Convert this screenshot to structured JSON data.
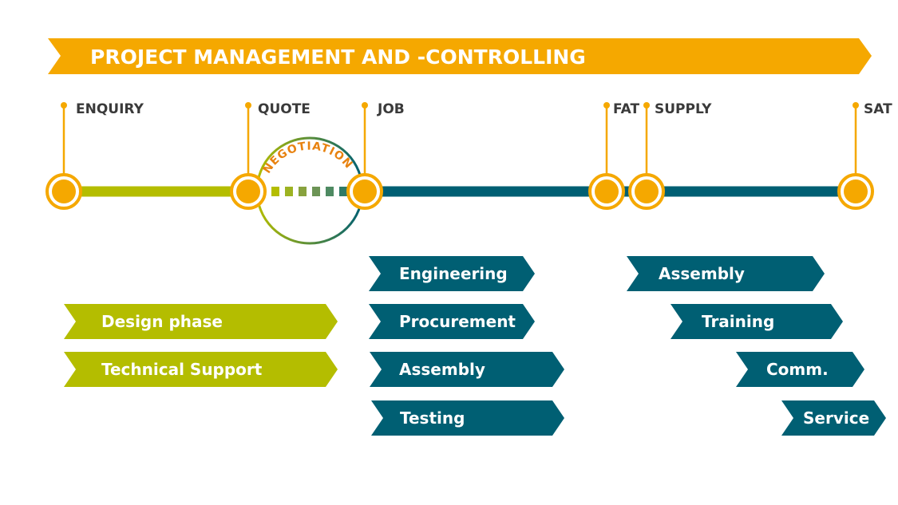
{
  "banner": {
    "title": "PROJECT MANAGEMENT AND -CONTROLLING"
  },
  "milestones": [
    {
      "id": "enquiry",
      "label": "ENQUIRY"
    },
    {
      "id": "quote",
      "label": "QUOTE"
    },
    {
      "id": "job",
      "label": "JOB"
    },
    {
      "id": "fat",
      "label": "FAT"
    },
    {
      "id": "supply",
      "label": "SUPPLY"
    },
    {
      "id": "sat",
      "label": "SAT"
    }
  ],
  "negotiation": {
    "label": "NEGOTIATION"
  },
  "phases": {
    "pre_order": [
      {
        "label": "Design phase"
      },
      {
        "label": "Technical Support"
      }
    ],
    "order": [
      {
        "label": "Engineering"
      },
      {
        "label": "Procurement"
      },
      {
        "label": "Assembly"
      },
      {
        "label": "Testing"
      }
    ],
    "delivery": [
      {
        "label": "Assembly"
      },
      {
        "label": "Training"
      },
      {
        "label": "Comm."
      },
      {
        "label": "Service"
      }
    ]
  },
  "colors": {
    "orange": "#f5a800",
    "green": "#b4bd00",
    "teal": "#005f73",
    "text": "#3a3a3a",
    "negotiation_text": "#e8820f"
  }
}
